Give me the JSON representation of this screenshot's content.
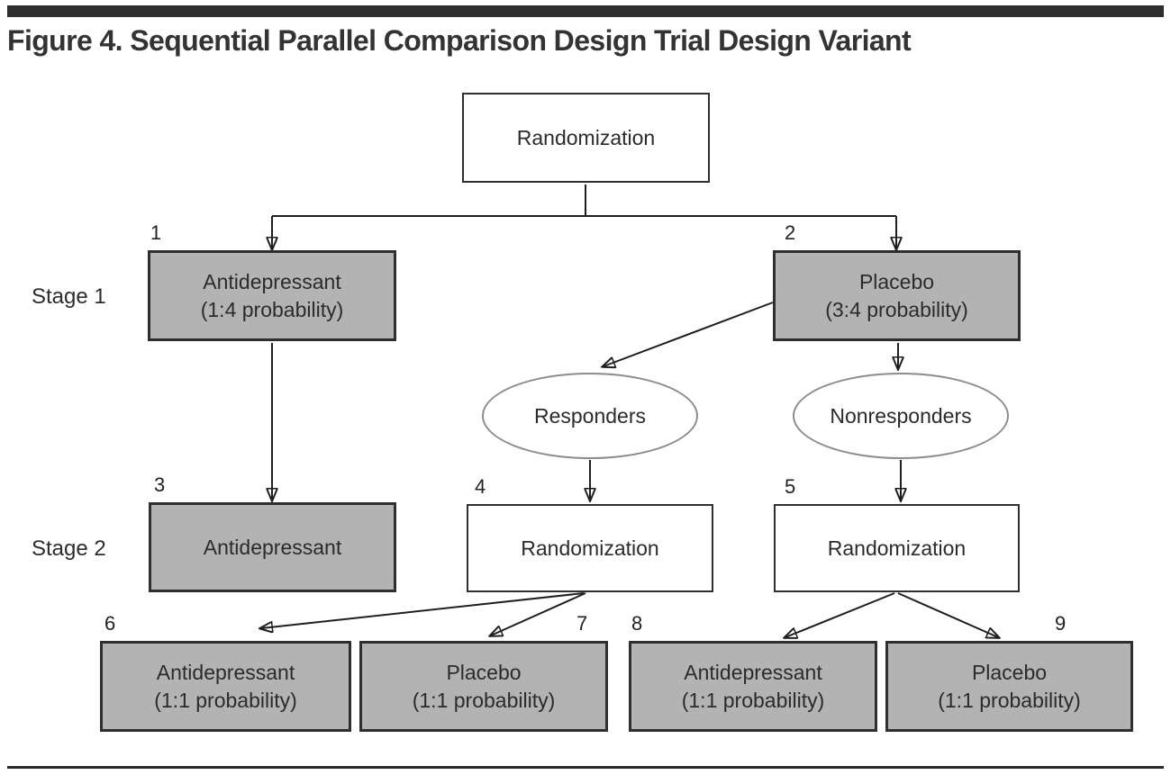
{
  "title": "Figure 4. Sequential Parallel Comparison Design Trial Design Variant",
  "stages": {
    "stage1": "Stage 1",
    "stage2": "Stage 2"
  },
  "nodes": {
    "randomization": {
      "label": "Randomization"
    },
    "stage1_antidepressant": {
      "number": "1",
      "name": "Antidepressant",
      "probability": "(1:4 probability)"
    },
    "stage1_placebo": {
      "number": "2",
      "name": "Placebo",
      "probability": "(3:4 probability)"
    },
    "responders": {
      "label": "Responders"
    },
    "nonresponders": {
      "label": "Nonresponders"
    },
    "stage2_antidepressant": {
      "number": "3",
      "name": "Antidepressant"
    },
    "rand_responders": {
      "number": "4",
      "name": "Randomization"
    },
    "rand_nonresponders": {
      "number": "5",
      "name": "Randomization"
    },
    "arm_responders_antidepressant": {
      "number": "6",
      "name": "Antidepressant",
      "probability": "(1:1 probability)"
    },
    "arm_responders_placebo": {
      "number": "7",
      "name": "Placebo",
      "probability": "(1:1 probability)"
    },
    "arm_nonresponders_antidepressant": {
      "number": "8",
      "name": "Antidepressant",
      "probability": "(1:1 probability)"
    },
    "arm_nonresponders_placebo": {
      "number": "9",
      "name": "Placebo",
      "probability": "(1:1 probability)"
    }
  },
  "edges": [
    "randomization -> stage1_antidepressant",
    "randomization -> stage1_placebo",
    "stage1_antidepressant -> stage2_antidepressant",
    "stage1_placebo -> responders",
    "stage1_placebo -> nonresponders",
    "responders -> rand_responders",
    "nonresponders -> rand_nonresponders",
    "rand_responders -> arm_responders_antidepressant",
    "rand_responders -> arm_responders_placebo",
    "rand_nonresponders -> arm_nonresponders_antidepressant",
    "rand_nonresponders -> arm_nonresponders_placebo"
  ],
  "colors": {
    "gray_box_fill": "#b3b3b3",
    "box_border": "#2f2f2f",
    "ellipse_border": "#8c8c8c",
    "line_color": "#1f1f1f",
    "rule_color": "#2e2e2e",
    "title_color": "#333333",
    "background": "#ffffff"
  }
}
